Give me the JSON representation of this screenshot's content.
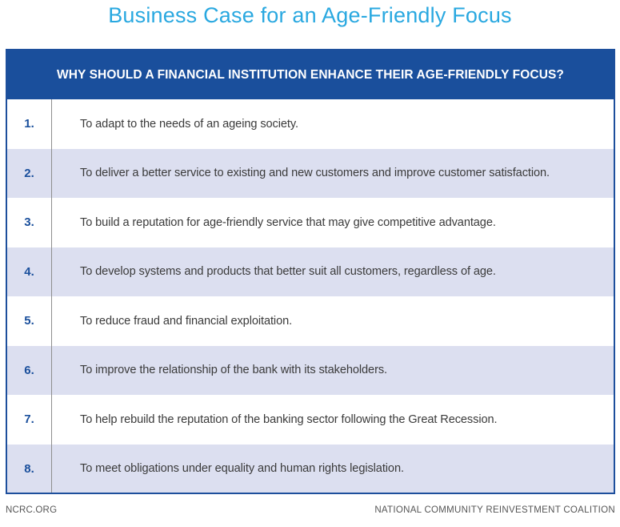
{
  "title": "Business Case for an Age-Friendly Focus",
  "table": {
    "header": "WHY SHOULD A FINANCIAL INSTITUTION ENHANCE THEIR AGE-FRIENDLY FOCUS?",
    "rows": [
      {
        "num": "1.",
        "text": "To adapt to the needs of an ageing society."
      },
      {
        "num": "2.",
        "text": "To deliver a better service to existing and new customers and improve customer satisfaction."
      },
      {
        "num": "3.",
        "text": "To build a reputation for age-friendly service that may give competitive advantage."
      },
      {
        "num": "4.",
        "text": "To develop systems and products that better suit all customers, regardless of age."
      },
      {
        "num": "5.",
        "text": "To reduce fraud and financial exploitation."
      },
      {
        "num": "6.",
        "text": "To improve the relationship of the bank with its stakeholders."
      },
      {
        "num": "7.",
        "text": "To help rebuild the reputation of the banking sector following the Great Recession."
      },
      {
        "num": "8.",
        "text": "To meet obligations under equality and human rights legislation."
      }
    ]
  },
  "footer": {
    "left": "NCRC.ORG",
    "right": "NATIONAL COMMUNITY REINVESTMENT COALITION"
  },
  "colors": {
    "title": "#29a8e0",
    "header_bg": "#1a4f9c",
    "stripe": "#dcdff0"
  }
}
